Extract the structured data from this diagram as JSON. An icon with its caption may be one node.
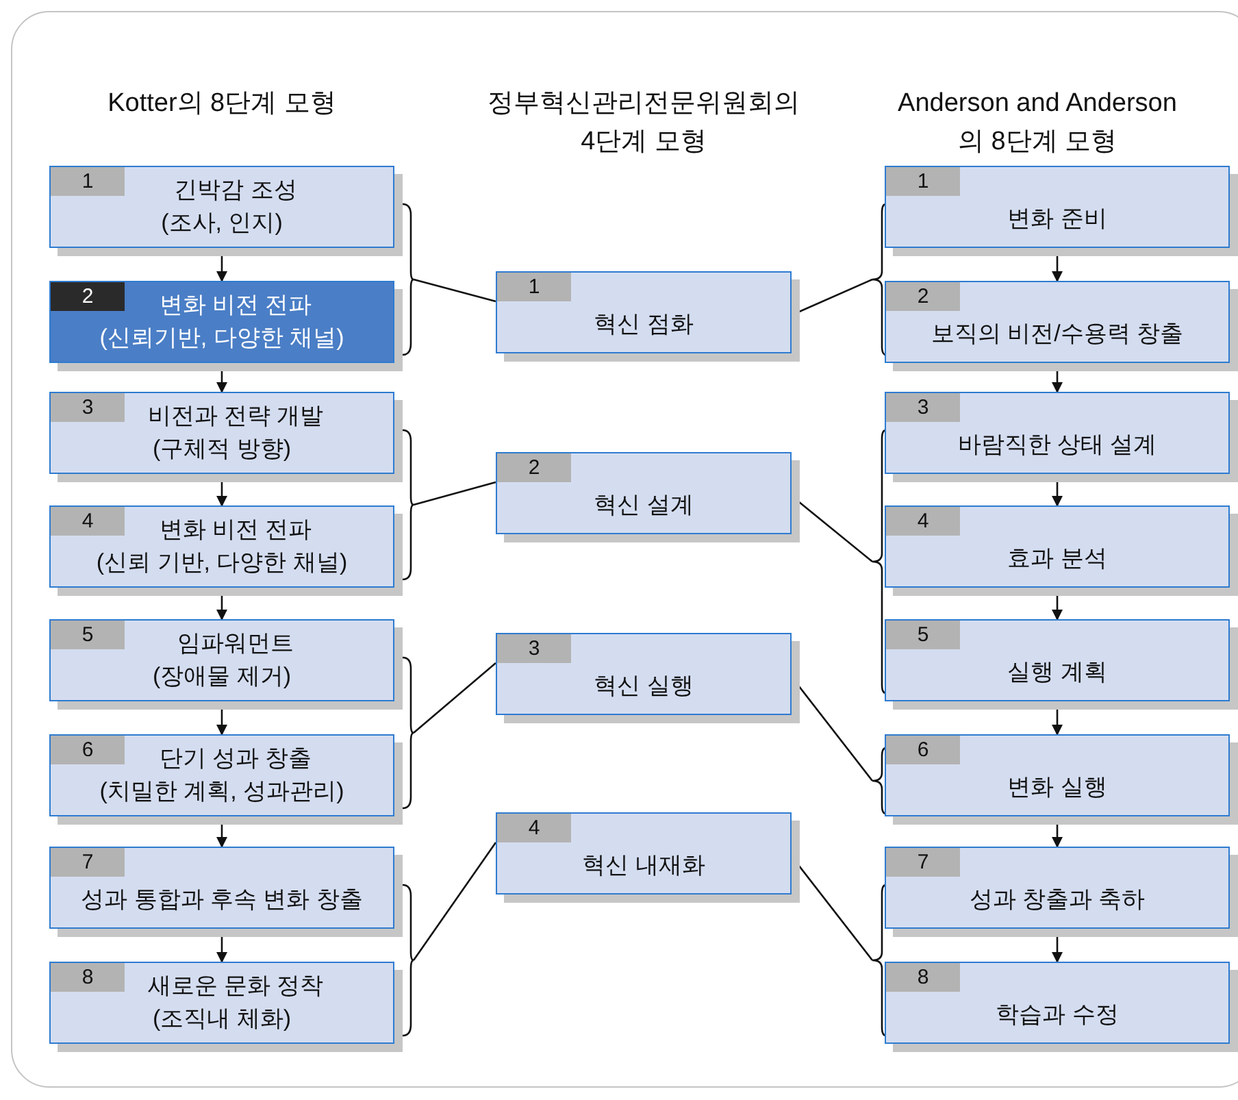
{
  "diagram": {
    "nodes": [
      {
        "text": [
          "1",
          "긴박감 조성",
          "(조사, 인지)"
        ]
      },
      {
        "text": [
          "2",
          "변화 비전 전파",
          "(신뢰기반, 다양한 채널)"
        ]
      },
      {
        "text": [
          "3",
          "비전과 전략 개발",
          "(구체적 방향)"
        ]
      },
      {
        "text": [
          "4",
          "변화 비전 전파",
          "(신뢰 기반, 다양한 채널)"
        ]
      },
      {
        "text": [
          "5",
          "임파워먼트",
          "(장애물 제거)"
        ]
      },
      {
        "text": [
          "6",
          "단기 성과 창출",
          "(치밀한 계획, 성과관리)"
        ]
      },
      {
        "text": [
          "7",
          "성과 통합과 후속 변화 창출"
        ]
      },
      {
        "text": [
          "8",
          "새로운 문화 정착",
          "(조직내 체화)"
        ]
      },
      {
        "text": [
          "1",
          "혁신 점화"
        ]
      },
      {
        "text": [
          "2",
          "혁신 설계"
        ]
      },
      {
        "text": [
          "3",
          "혁신 실행"
        ]
      },
      {
        "text": [
          "4",
          "혁신 내재화"
        ]
      },
      {
        "text": [
          "1",
          "변화 준비"
        ]
      },
      {
        "text": [
          "2",
          "보직의 비전/수용력 창출"
        ]
      },
      {
        "text": [
          "3",
          "바람직한 상태 설계"
        ]
      },
      {
        "text": [
          "4",
          "효과 분석"
        ]
      },
      {
        "text": [
          "5",
          "실행 계획"
        ]
      },
      {
        "text": [
          "6",
          "변화 실행"
        ]
      },
      {
        "text": [
          "7",
          "성과 창출과 축하"
        ]
      },
      {
        "text": [
          "8",
          "학습과 수정"
        ]
      }
    ],
    "edges": [
      {
        "from": 0,
        "to": 1,
        "arrow": "to"
      },
      {
        "from": 1,
        "to": 2,
        "arrow": "to"
      },
      {
        "from": 2,
        "to": 3,
        "arrow": "to"
      },
      {
        "from": 3,
        "to": 4,
        "arrow": "to"
      },
      {
        "from": 4,
        "to": 5,
        "arrow": "to"
      },
      {
        "from": 5,
        "to": 6,
        "arrow": "to"
      },
      {
        "from": 6,
        "to": 7,
        "arrow": "to"
      },
      {
        "from": 12,
        "to": 13,
        "arrow": "to"
      },
      {
        "from": 13,
        "to": 14,
        "arrow": "to"
      },
      {
        "from": 14,
        "to": 15,
        "arrow": "to"
      },
      {
        "from": 15,
        "to": 16,
        "arrow": "to"
      },
      {
        "from": 16,
        "to": 17,
        "arrow": "to"
      },
      {
        "from": 17,
        "to": 18,
        "arrow": "to"
      },
      {
        "from": 18,
        "to": 19,
        "arrow": "to"
      },
      {
        "from": 0,
        "to": 8,
        "arrow": "none"
      },
      {
        "from": 1,
        "to": 8,
        "arrow": "none"
      },
      {
        "from": 2,
        "to": 9,
        "arrow": "none"
      },
      {
        "from": 3,
        "to": 9,
        "arrow": "none"
      },
      {
        "from": 4,
        "to": 10,
        "arrow": "none"
      },
      {
        "from": 5,
        "to": 10,
        "arrow": "none"
      },
      {
        "from": 6,
        "to": 11,
        "arrow": "none"
      },
      {
        "from": 7,
        "to": 11,
        "arrow": "none"
      },
      {
        "from": 8,
        "to": 12,
        "arrow": "none"
      },
      {
        "from": 8,
        "to": 13,
        "arrow": "none"
      },
      {
        "from": 9,
        "to": 14,
        "arrow": "none"
      },
      {
        "from": 9,
        "to": 15,
        "arrow": "none"
      },
      {
        "from": 9,
        "to": 16,
        "arrow": "none"
      },
      {
        "from": 10,
        "to": 17,
        "arrow": "none"
      },
      {
        "from": 11,
        "to": 18,
        "arrow": "none"
      },
      {
        "from": 11,
        "to": 19,
        "arrow": "none"
      }
    ],
    "labels": [
      "Kotter의 8단계 모형",
      "정부혁신관리전문위원회의 4단계 모형",
      "Anderson and Anderson 의 8단계 모형"
    ]
  }
}
